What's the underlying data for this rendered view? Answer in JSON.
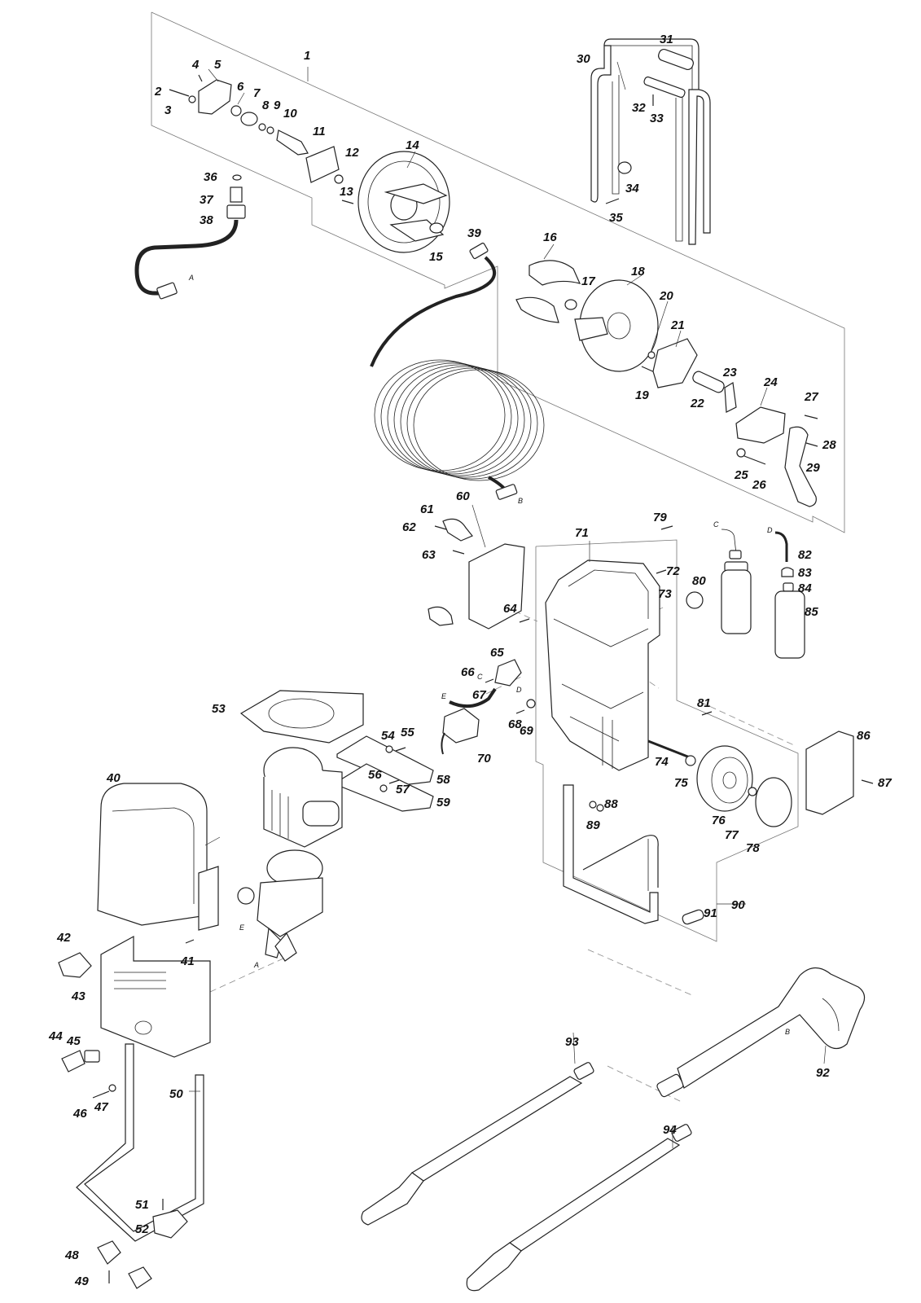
{
  "diagram": {
    "callouts": [
      {
        "id": "1",
        "text": "1"
      },
      {
        "id": "2",
        "text": "2"
      },
      {
        "id": "3",
        "text": "3"
      },
      {
        "id": "4",
        "text": "4"
      },
      {
        "id": "5",
        "text": "5"
      },
      {
        "id": "6",
        "text": "6"
      },
      {
        "id": "7",
        "text": "7"
      },
      {
        "id": "8",
        "text": "8"
      },
      {
        "id": "9",
        "text": "9"
      },
      {
        "id": "10",
        "text": "10"
      },
      {
        "id": "11",
        "text": "11"
      },
      {
        "id": "12",
        "text": "12"
      },
      {
        "id": "13",
        "text": "13"
      },
      {
        "id": "14",
        "text": "14"
      },
      {
        "id": "15",
        "text": "15"
      },
      {
        "id": "16",
        "text": "16"
      },
      {
        "id": "17",
        "text": "17"
      },
      {
        "id": "18",
        "text": "18"
      },
      {
        "id": "19",
        "text": "19"
      },
      {
        "id": "20",
        "text": "20"
      },
      {
        "id": "21",
        "text": "21"
      },
      {
        "id": "22",
        "text": "22"
      },
      {
        "id": "23",
        "text": "23"
      },
      {
        "id": "24",
        "text": "24"
      },
      {
        "id": "25",
        "text": "25"
      },
      {
        "id": "26",
        "text": "26"
      },
      {
        "id": "27",
        "text": "27"
      },
      {
        "id": "28",
        "text": "28"
      },
      {
        "id": "29",
        "text": "29"
      },
      {
        "id": "30",
        "text": "30"
      },
      {
        "id": "31",
        "text": "31"
      },
      {
        "id": "32",
        "text": "32"
      },
      {
        "id": "33",
        "text": "33"
      },
      {
        "id": "34",
        "text": "34"
      },
      {
        "id": "35",
        "text": "35"
      },
      {
        "id": "36",
        "text": "36"
      },
      {
        "id": "37",
        "text": "37"
      },
      {
        "id": "38",
        "text": "38"
      },
      {
        "id": "39",
        "text": "39"
      },
      {
        "id": "40",
        "text": "40"
      },
      {
        "id": "41",
        "text": "41"
      },
      {
        "id": "42",
        "text": "42"
      },
      {
        "id": "43",
        "text": "43"
      },
      {
        "id": "44",
        "text": "44"
      },
      {
        "id": "45",
        "text": "45"
      },
      {
        "id": "46",
        "text": "46"
      },
      {
        "id": "47",
        "text": "47"
      },
      {
        "id": "48",
        "text": "48"
      },
      {
        "id": "49",
        "text": "49"
      },
      {
        "id": "50",
        "text": "50"
      },
      {
        "id": "51",
        "text": "51"
      },
      {
        "id": "52",
        "text": "52"
      },
      {
        "id": "53",
        "text": "53"
      },
      {
        "id": "54",
        "text": "54"
      },
      {
        "id": "55",
        "text": "55"
      },
      {
        "id": "56",
        "text": "56"
      },
      {
        "id": "57",
        "text": "57"
      },
      {
        "id": "58",
        "text": "58"
      },
      {
        "id": "59",
        "text": "59"
      },
      {
        "id": "60",
        "text": "60"
      },
      {
        "id": "61",
        "text": "61"
      },
      {
        "id": "62",
        "text": "62"
      },
      {
        "id": "63",
        "text": "63"
      },
      {
        "id": "64",
        "text": "64"
      },
      {
        "id": "65",
        "text": "65"
      },
      {
        "id": "66",
        "text": "66"
      },
      {
        "id": "67",
        "text": "67"
      },
      {
        "id": "68",
        "text": "68"
      },
      {
        "id": "69",
        "text": "69"
      },
      {
        "id": "70",
        "text": "70"
      },
      {
        "id": "71",
        "text": "71"
      },
      {
        "id": "72",
        "text": "72"
      },
      {
        "id": "73",
        "text": "73"
      },
      {
        "id": "74",
        "text": "74"
      },
      {
        "id": "75",
        "text": "75"
      },
      {
        "id": "76",
        "text": "76"
      },
      {
        "id": "77",
        "text": "77"
      },
      {
        "id": "78",
        "text": "78"
      },
      {
        "id": "79",
        "text": "79"
      },
      {
        "id": "80",
        "text": "80"
      },
      {
        "id": "81",
        "text": "81"
      },
      {
        "id": "82",
        "text": "82"
      },
      {
        "id": "83",
        "text": "83"
      },
      {
        "id": "84",
        "text": "84"
      },
      {
        "id": "85",
        "text": "85"
      },
      {
        "id": "86",
        "text": "86"
      },
      {
        "id": "87",
        "text": "87"
      },
      {
        "id": "88",
        "text": "88"
      },
      {
        "id": "89",
        "text": "89"
      },
      {
        "id": "90",
        "text": "90"
      },
      {
        "id": "91",
        "text": "91"
      },
      {
        "id": "92",
        "text": "92"
      },
      {
        "id": "93",
        "text": "93"
      },
      {
        "id": "94",
        "text": "94"
      }
    ],
    "connection_refs": [
      {
        "id": "A",
        "text": "A"
      },
      {
        "id": "A2",
        "text": "A"
      },
      {
        "id": "B",
        "text": "B"
      },
      {
        "id": "B2",
        "text": "B"
      },
      {
        "id": "C",
        "text": "C"
      },
      {
        "id": "C2",
        "text": "C"
      },
      {
        "id": "D",
        "text": "D"
      },
      {
        "id": "D2",
        "text": "D"
      },
      {
        "id": "E",
        "text": "E"
      },
      {
        "id": "E2",
        "text": "E"
      }
    ]
  }
}
